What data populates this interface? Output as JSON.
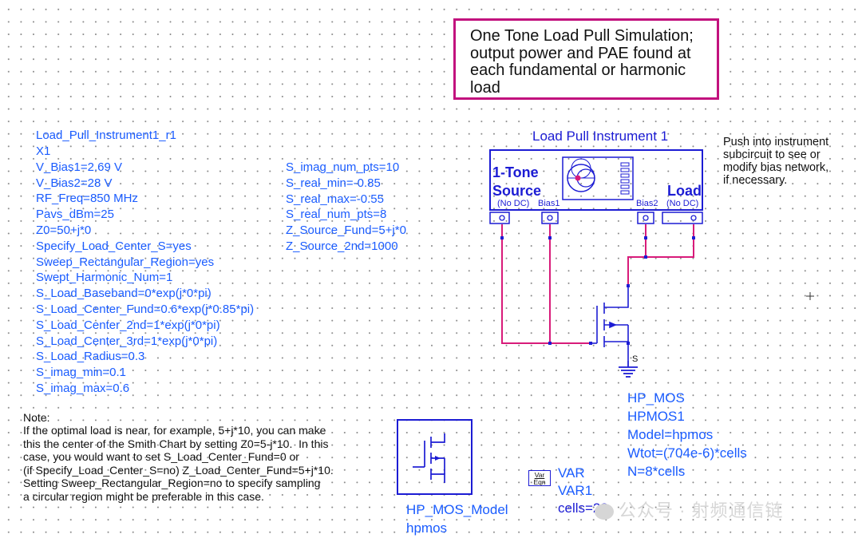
{
  "note_box": {
    "lines": [
      "One Tone Load Pull Simulation;",
      "output power and PAE found at",
      "each fundamental or harmonic",
      "load"
    ]
  },
  "instrument": {
    "title": "Load Pull Instrument 1",
    "instance_name": "Load_Pull_Instrument1_r1",
    "source_label_1": "1-Tone",
    "source_label_2": "Source",
    "load_label": "Load",
    "pin_nodc_left": "(No DC)",
    "pin_bias1": "Bias1",
    "pin_bias2": "Bias2",
    "pin_nodc_right": "(No DC)"
  },
  "params_left": [
    "X1",
    "V_Bias1=2.69 V",
    "V_Bias2=28 V",
    "RF_Freq=850 MHz",
    "Pavs_dBm=25",
    "Z0=50+j*0",
    "Specify_Load_Center_S=yes",
    "Sweep_Rectangular_Region=yes",
    "Swept_Harmonic_Num=1",
    "S_Load_Baseband=0*exp(j*0*pi)",
    "S_Load_Center_Fund=0.6*exp(j*0.85*pi)",
    "S_Load_Center_2nd=1*exp(j*0*pi)",
    "S_Load_Center_3rd=1*exp(j*0*pi)",
    "S_Load_Radius=0.3",
    "S_imag_min=0.1",
    "S_imag_max=0.6"
  ],
  "params_right": [
    "S_imag_num_pts=10",
    "S_real_min=-0.85",
    "S_real_max=-0.55",
    "S_real_num_pts=8",
    "Z_Source_Fund=5+j*0",
    "Z_Source_2nd=1000"
  ],
  "push_note": "Push into instrument\nsubcircuit to see or\nmodify bias network,\nif necessary.",
  "note": {
    "title": "Note:",
    "body": "If the optimal load is near, for example, 5+j*10, you can make\nthis the center of the Smith Chart by setting Z0=5-j*10.  In this\ncase, you would want to set S_Load_Center_Fund=0 or\n(if Specify_Load_Center_S=no) Z_Load_Center_Fund=5+j*10.\nSetting Sweep_Rectangular_Region=no to specify sampling\na circular region might be preferable in this case."
  },
  "transistor": {
    "lines": [
      "HP_MOS",
      "HPMOS1",
      "Model=hpmos",
      "Wtot=(704e-6)*cells",
      "N=8*cells"
    ],
    "source_pin": "S"
  },
  "model": {
    "name": "HP_MOS_Model",
    "instance": "hpmos"
  },
  "var": {
    "icon_top": "Var",
    "icon_bottom": "Eqn",
    "label": "VAR",
    "instance": "VAR1",
    "expr": "cells=28"
  },
  "watermark": "公众号 · 射频通信链",
  "colors": {
    "wire": "#d81b7a",
    "component": "#1c1cd4",
    "text_param": "#1a5cff",
    "note_border": "#c2127e"
  }
}
